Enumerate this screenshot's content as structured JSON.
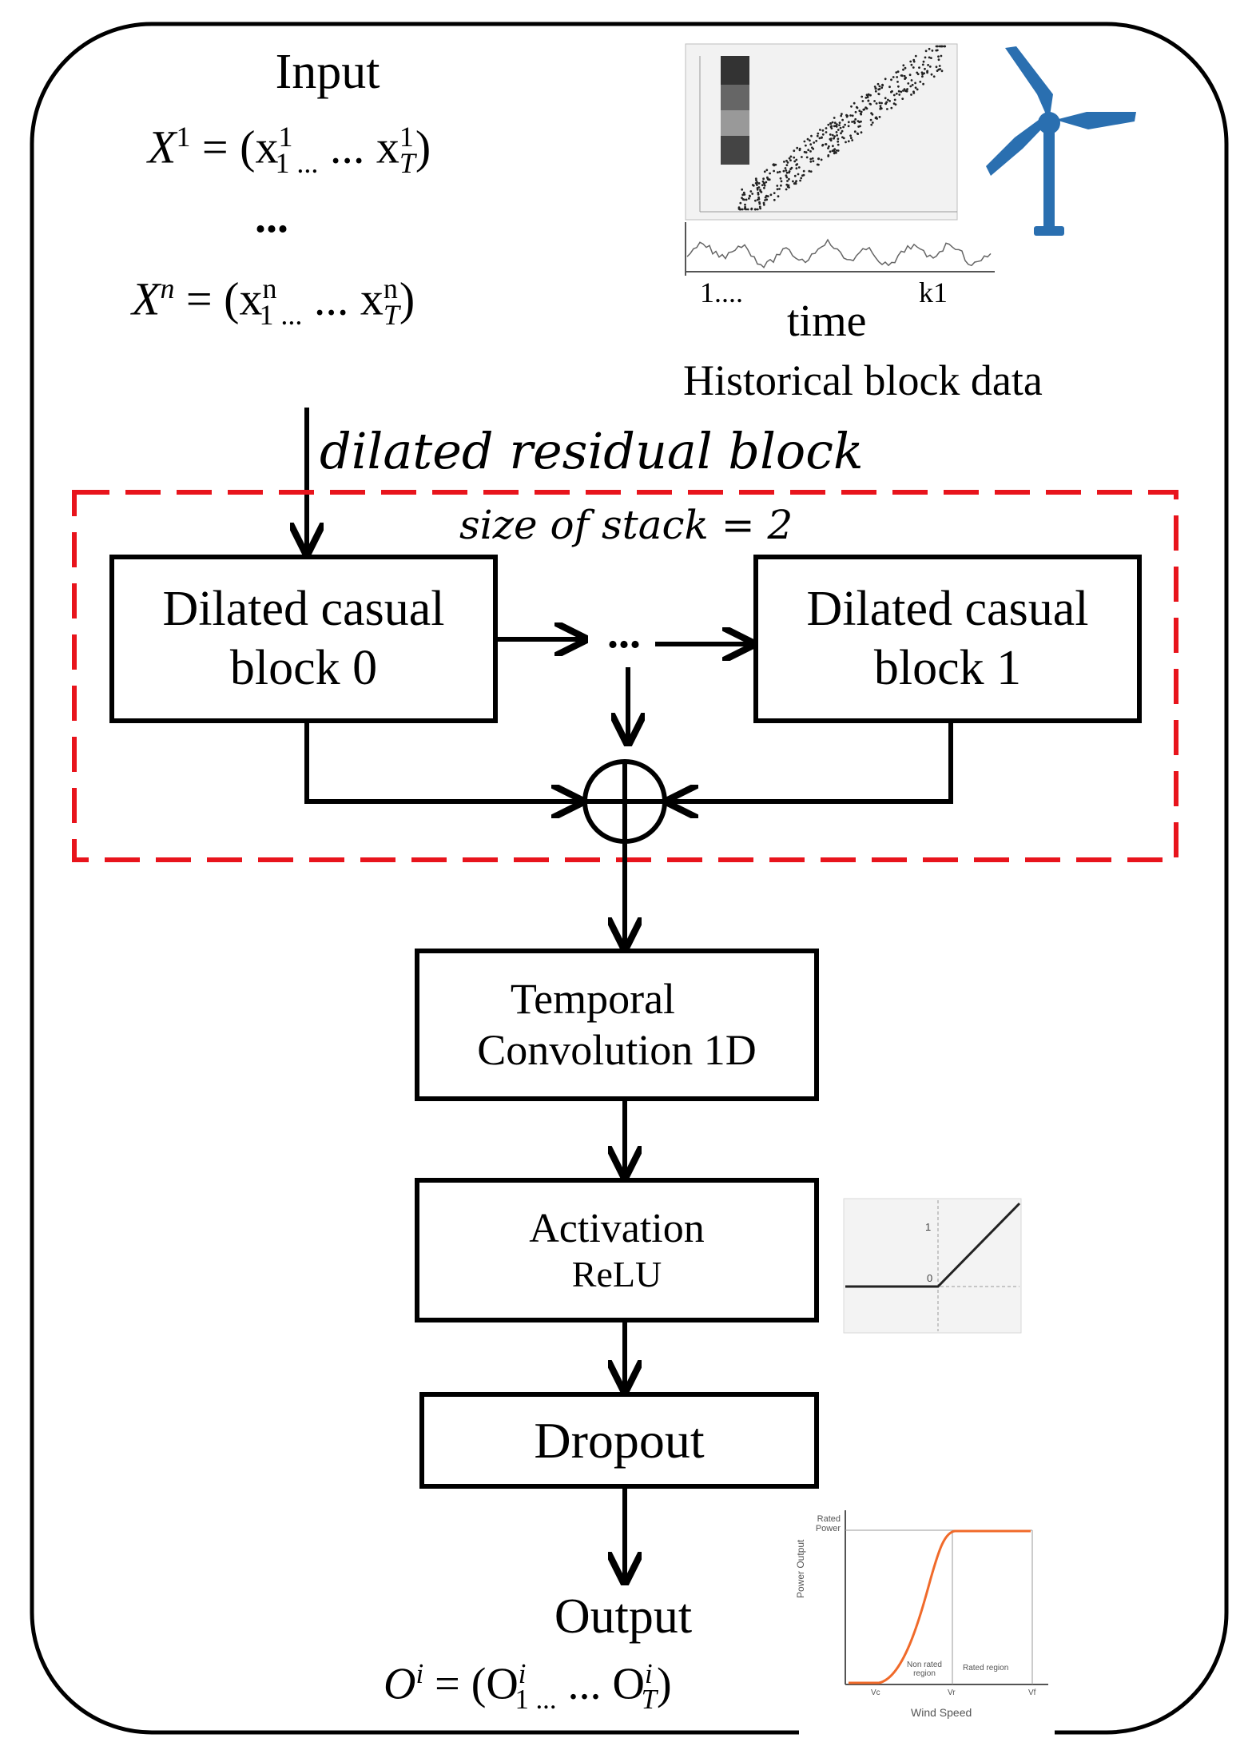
{
  "input": {
    "title": "Input",
    "x1_label": "X",
    "x1_sup": "1",
    "x1_rhs": "= (x",
    "x1_sub1": "1 ...",
    "x1_sup1": "1",
    "x1_mid": " ... x",
    "x1_subT": "T",
    "x1_supT": "1",
    "x1_close": ")",
    "ellipsis": "...",
    "xn_label": "X",
    "xn_sup": "n",
    "xn_rhs": "= (x",
    "xn_sub1": "1 ...",
    "xn_sup1": "n",
    "xn_mid": " ... x",
    "xn_subT": "T",
    "xn_supT": "n",
    "xn_close": ")"
  },
  "historical": {
    "axis_start": "1....",
    "axis_end": "k1",
    "axis_label": "time",
    "caption": "Historical block data"
  },
  "residual": {
    "title": "dilated residual block",
    "stack_size": "size of stack = 2",
    "block0_line1": "Dilated casual",
    "block0_line2": "block 0",
    "block1_line1": "Dilated casual",
    "block1_line2": "block 1",
    "between": "..."
  },
  "temporal": {
    "line1": "Temporal",
    "line2": "Convolution 1D"
  },
  "activation": {
    "line1": "Activation",
    "line2": "ReLU",
    "tick_1": "1",
    "tick_0": "0"
  },
  "dropout": {
    "label": "Dropout"
  },
  "output": {
    "title": "Output",
    "o_label": "O",
    "o_sup": "i",
    "o_rhs": "= (O",
    "o_sub1": "1 ...",
    "o_sup1": "i",
    "o_mid": " ... O",
    "o_subT": "T",
    "o_supT": "i",
    "o_close": ")"
  },
  "power_curve": {
    "rated_power_line1": "Rated",
    "rated_power_line2": "Power",
    "ylabel": "Power Output",
    "xlabel": "Wind Speed",
    "region1_line1": "Non rated",
    "region1_line2": "region",
    "region2": "Rated region",
    "tick_vc": "Vc",
    "tick_vr": "Vr",
    "tick_vf": "Vf"
  },
  "colors": {
    "stack_border": "#e8141c",
    "turbine": "#2a6fb0",
    "curve": "#f06a2a"
  }
}
